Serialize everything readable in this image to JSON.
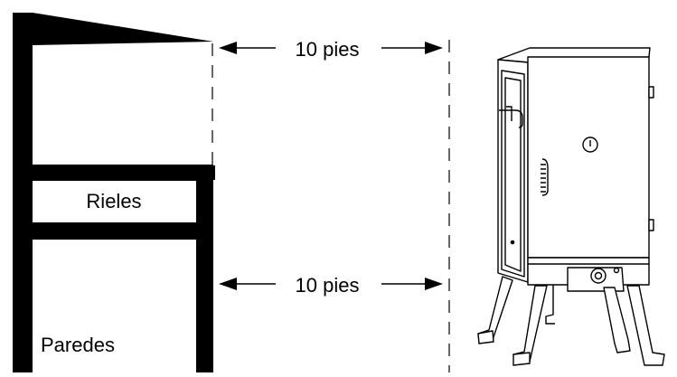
{
  "dimensions": {
    "top_distance": "10 pies",
    "bottom_distance": "10 pies"
  },
  "structure": {
    "rails_label": "Rieles",
    "walls_label": "Paredes"
  },
  "colors": {
    "line": "#000000",
    "background": "#ffffff",
    "smoker_fill": "#ffffff"
  },
  "icons": {
    "smoker": "vertical-gas-smoker-icon",
    "thermometer": "thermometer-gauge-icon",
    "handle": "door-handle-icon",
    "burner_knob": "burner-control-knob-icon"
  }
}
